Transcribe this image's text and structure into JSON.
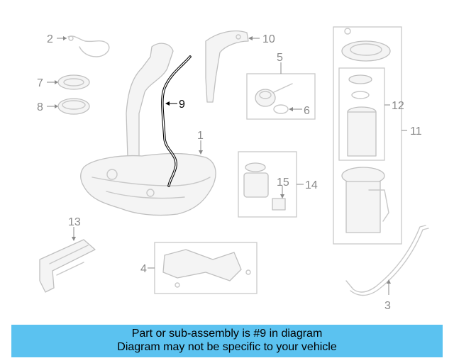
{
  "callouts": {
    "c1": "1",
    "c2": "2",
    "c3": "3",
    "c4": "4",
    "c5": "5",
    "c6": "6",
    "c7": "7",
    "c8": "8",
    "c9": "9",
    "c10": "10",
    "c11": "11",
    "c12": "12",
    "c13": "13",
    "c14": "14",
    "c15": "15"
  },
  "highlight_color": "#000000",
  "part_color": "#c8c8c8",
  "banner": {
    "line1": "Part or sub-assembly is #9 in diagram",
    "line2": "Diagram may not be specific to your vehicle",
    "background": "#5bc2f0"
  }
}
